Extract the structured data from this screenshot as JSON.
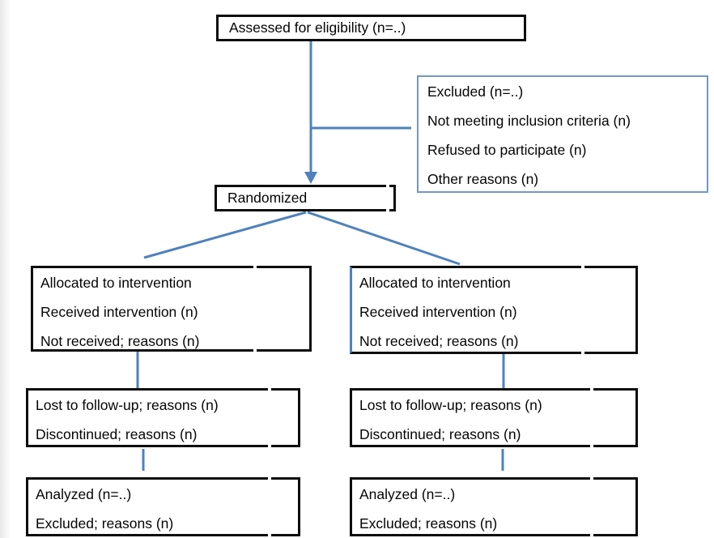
{
  "colors": {
    "connector": "#4f81bd",
    "box_border": "#0d0d0d",
    "excluded_border": "#7296c8",
    "edge_strip": "#e9e9e9"
  },
  "boxes": {
    "assessed": {
      "lines": [
        "Assessed for eligibility (n=..)"
      ]
    },
    "excluded": {
      "lines": [
        "Excluded (n=..)",
        "Not meeting inclusion criteria (n)",
        "Refused to participate (n)",
        "Other reasons (n)"
      ]
    },
    "randomized": {
      "lines": [
        "Randomized"
      ]
    },
    "allocated_left": {
      "lines": [
        "Allocated to intervention",
        "Received intervention (n)",
        "Not received; reasons (n)"
      ]
    },
    "allocated_right": {
      "lines": [
        "Allocated to intervention",
        "Received intervention (n)",
        "Not received; reasons (n)"
      ]
    },
    "lost_left": {
      "lines": [
        "Lost to follow-up; reasons (n)",
        "Discontinued; reasons (n)"
      ]
    },
    "lost_right": {
      "lines": [
        "Lost to follow-up; reasons (n)",
        "Discontinued; reasons (n)"
      ]
    },
    "analyzed_left": {
      "lines": [
        "Analyzed (n=..)",
        "Excluded; reasons (n)"
      ]
    },
    "analyzed_right": {
      "lines": [
        "Analyzed (n=..)",
        "Excluded; reasons (n)"
      ]
    }
  }
}
